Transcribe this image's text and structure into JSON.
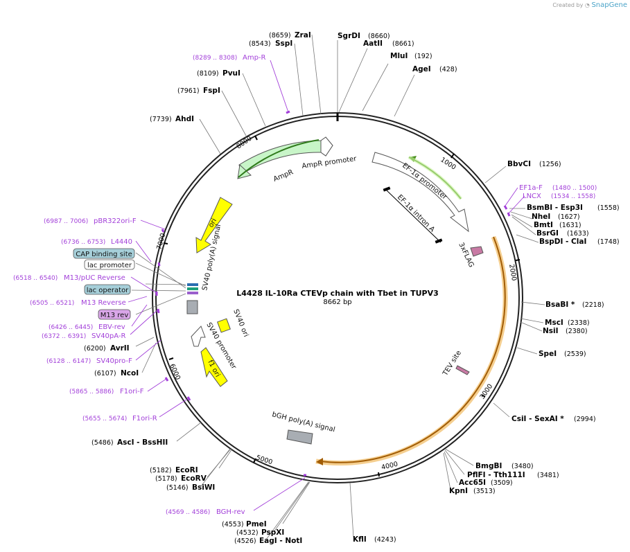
{
  "credit": {
    "prefix": "Created by",
    "brand": "SnapGene"
  },
  "plasmid": {
    "name": "L4428 IL-10Ra CTEVp chain with Tbet in TUPV3",
    "length": "8662 bp"
  },
  "ticks": [
    "1000",
    "2000",
    "3000",
    "4000",
    "5000",
    "6000",
    "7000",
    "8000"
  ],
  "sites": [
    {
      "name": "SgrDI",
      "pos": "(8660)"
    },
    {
      "name": "AatII",
      "pos": "(8661)"
    },
    {
      "name": "MluI",
      "pos": "(192)"
    },
    {
      "name": "AgeI",
      "pos": "(428)"
    },
    {
      "name": "BbvCI",
      "pos": "(1256)"
    },
    {
      "name": "BsmBI - Esp3I",
      "pos": "(1558)"
    },
    {
      "name": "NheI",
      "pos": "(1627)"
    },
    {
      "name": "BmtI",
      "pos": "(1631)"
    },
    {
      "name": "BsrGI",
      "pos": "(1633)"
    },
    {
      "name": "BspDI - ClaI",
      "pos": "(1748)"
    },
    {
      "name": "BsaBI *",
      "pos": "(2218)"
    },
    {
      "name": "MscI",
      "pos": "(2338)"
    },
    {
      "name": "NsiI",
      "pos": "(2380)"
    },
    {
      "name": "SpeI",
      "pos": "(2539)"
    },
    {
      "name": "CsiI - SexAI *",
      "pos": "(2994)"
    },
    {
      "name": "BmgBI",
      "pos": "(3480)"
    },
    {
      "name": "PflFI - Tth111I",
      "pos": "(3481)"
    },
    {
      "name": "Acc65I",
      "pos": "(3509)"
    },
    {
      "name": "KpnI",
      "pos": "(3513)"
    },
    {
      "name": "KflI",
      "pos": "(4243)"
    },
    {
      "name": "PmeI",
      "pos": "(4553)"
    },
    {
      "name": "PspXI",
      "pos": "(4532)"
    },
    {
      "name": "EagI - NotI",
      "pos": "(4526)"
    },
    {
      "name": "BsiWI",
      "pos": "(5146)"
    },
    {
      "name": "EcoRV",
      "pos": "(5178)"
    },
    {
      "name": "EcoRI",
      "pos": "(5182)"
    },
    {
      "name": "AscI - BssHII",
      "pos": "(5486)"
    },
    {
      "name": "NcoI",
      "pos": "(6107)"
    },
    {
      "name": "AvrII",
      "pos": "(6200)"
    },
    {
      "name": "AhdI",
      "pos": "(7739)"
    },
    {
      "name": "FspI",
      "pos": "(7961)"
    },
    {
      "name": "PvuI",
      "pos": "(8109)"
    },
    {
      "name": "SspI",
      "pos": "(8543)"
    },
    {
      "name": "ZraI",
      "pos": "(8659)"
    }
  ],
  "primers": [
    {
      "name": "Amp-R",
      "pos": "(8289 .. 8308)"
    },
    {
      "name": "EF1a-F",
      "pos": "(1480 .. 1500)"
    },
    {
      "name": "LNCX",
      "pos": "(1534 .. 1558)"
    },
    {
      "name": "pBR322ori-F",
      "pos": "(6987 .. 7006)"
    },
    {
      "name": "L4440",
      "pos": "(6736 .. 6753)"
    },
    {
      "name": "M13/pUC Reverse",
      "pos": "(6518 .. 6540)"
    },
    {
      "name": "M13 Reverse",
      "pos": "(6505 .. 6521)"
    },
    {
      "name": "EBV-rev",
      "pos": "(6426 .. 6445)"
    },
    {
      "name": "SV40pA-R",
      "pos": "(6372 .. 6391)"
    },
    {
      "name": "SV40pro-F",
      "pos": "(6128 .. 6147)"
    },
    {
      "name": "F1ori-F",
      "pos": "(5865 .. 5886)"
    },
    {
      "name": "F1ori-R",
      "pos": "(5655 .. 5674)"
    },
    {
      "name": "BGH-rev",
      "pos": "(4569 .. 4586)"
    }
  ],
  "boxed_features": [
    {
      "name": "CAP binding site",
      "fill": "#a6cfd9"
    },
    {
      "name": "lac promoter",
      "fill": "#ffffff"
    },
    {
      "name": "lac operator",
      "fill": "#a6cfd9"
    },
    {
      "name": "M13 rev",
      "fill": "#d9a6e8"
    }
  ],
  "features": [
    {
      "name": "AmpR promoter"
    },
    {
      "name": "AmpR"
    },
    {
      "name": "ori"
    },
    {
      "name": "EF-1α promoter"
    },
    {
      "name": "EF-1α intron A"
    },
    {
      "name": "3xFLAG"
    },
    {
      "name": "TEV site"
    },
    {
      "name": "bGH poly(A) signal"
    },
    {
      "name": "SV40 poly(A) signal"
    },
    {
      "name": "SV40 ori"
    },
    {
      "name": "SV40 promoter"
    },
    {
      "name": "f1 ori"
    }
  ],
  "colors": {
    "backbone": "#222222",
    "primer": "#a23fd9",
    "ampr": "#c8f5c8",
    "ori": "#ffff00",
    "orf": "#f0a830",
    "flag": "#c87aa4",
    "grey": "#a8adb3"
  }
}
